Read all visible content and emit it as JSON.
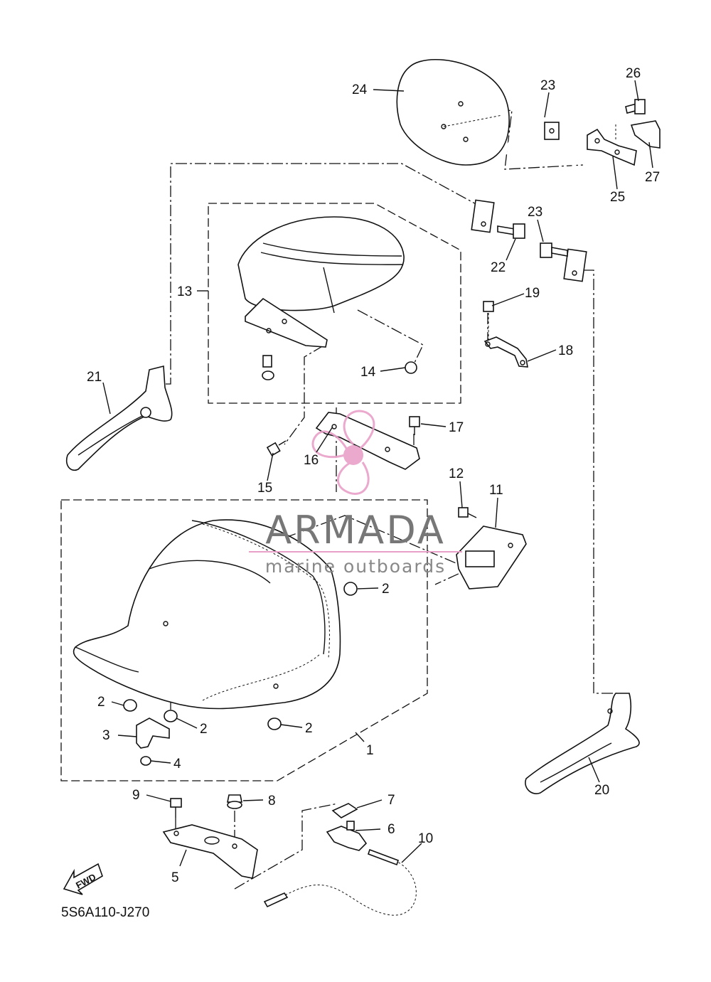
{
  "diagram": {
    "code": "5S6A110-J270",
    "fwd_label": "FWD",
    "watermark": {
      "brand": "ARMADA",
      "tagline": "marine outboards",
      "color": "#e8a0c8"
    },
    "parts": [
      {
        "id": "p1",
        "label": "1"
      },
      {
        "id": "p2a",
        "label": "2"
      },
      {
        "id": "p2b",
        "label": "2"
      },
      {
        "id": "p2c",
        "label": "2"
      },
      {
        "id": "p2d",
        "label": "2"
      },
      {
        "id": "p3",
        "label": "3"
      },
      {
        "id": "p4",
        "label": "4"
      },
      {
        "id": "p5",
        "label": "5"
      },
      {
        "id": "p6",
        "label": "6"
      },
      {
        "id": "p7",
        "label": "7"
      },
      {
        "id": "p8",
        "label": "8"
      },
      {
        "id": "p9",
        "label": "9"
      },
      {
        "id": "p10",
        "label": "10"
      },
      {
        "id": "p11",
        "label": "11"
      },
      {
        "id": "p12",
        "label": "12"
      },
      {
        "id": "p13",
        "label": "13"
      },
      {
        "id": "p14",
        "label": "14"
      },
      {
        "id": "p15",
        "label": "15"
      },
      {
        "id": "p16",
        "label": "16"
      },
      {
        "id": "p17",
        "label": "17"
      },
      {
        "id": "p18",
        "label": "18"
      },
      {
        "id": "p19",
        "label": "19"
      },
      {
        "id": "p20",
        "label": "20"
      },
      {
        "id": "p21",
        "label": "21"
      },
      {
        "id": "p22",
        "label": "22"
      },
      {
        "id": "p23a",
        "label": "23"
      },
      {
        "id": "p23b",
        "label": "23"
      },
      {
        "id": "p24",
        "label": "24"
      },
      {
        "id": "p25",
        "label": "25"
      },
      {
        "id": "p26",
        "label": "26"
      },
      {
        "id": "p27",
        "label": "27"
      }
    ]
  }
}
